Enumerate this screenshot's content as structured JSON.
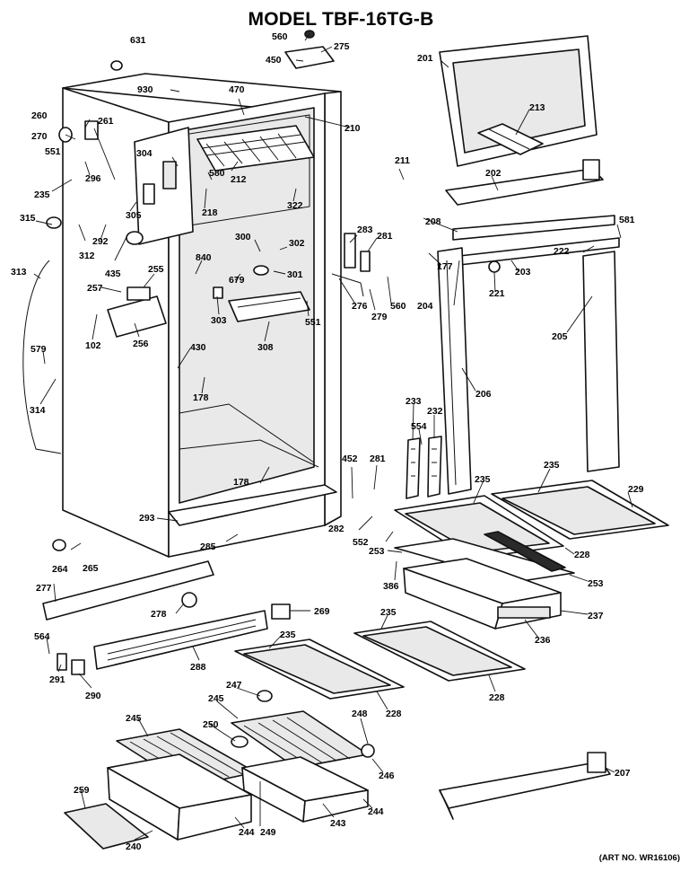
{
  "title": "MODEL TBF-16TG-B",
  "art_number": "(ART NO. WR16106)",
  "callouts": {
    "c631": "631",
    "c560a": "560",
    "c275": "275",
    "c450": "450",
    "c201": "201",
    "c930": "930",
    "c470": "470",
    "c260": "260",
    "c261": "261",
    "c210": "210",
    "c213": "213",
    "c270": "270",
    "c551a": "551",
    "c304": "304",
    "c211": "211",
    "c212": "212",
    "c580": "580",
    "c202": "202",
    "c296": "296",
    "c235a": "235",
    "c305": "305",
    "c218": "218",
    "c322": "322",
    "c208": "208",
    "c581": "581",
    "c315": "315",
    "c312": "312",
    "c292": "292",
    "c283": "283",
    "c281a": "281",
    "c300": "300",
    "c302": "302",
    "c222": "222",
    "c177": "177",
    "c203": "203",
    "c435": "435",
    "c840": "840",
    "c313": "313",
    "c255": "255",
    "c679": "679",
    "c301": "301",
    "c257": "257",
    "c303": "303",
    "c276": "276",
    "c279": "279",
    "c560b": "560",
    "c204": "204",
    "c221": "221",
    "c102": "102",
    "c256": "256",
    "c308": "308",
    "c551b": "551",
    "c205": "205",
    "c579": "579",
    "c430": "430",
    "c178a": "178",
    "c206": "206",
    "c314": "314",
    "c233": "233",
    "c554": "554",
    "c232": "232",
    "c452": "452",
    "c281b": "281",
    "c235b": "235",
    "c235c": "235",
    "c229": "229",
    "c178b": "178",
    "c293": "293",
    "c282": "282",
    "c285": "285",
    "c552": "552",
    "c253a": "253",
    "c228a": "228",
    "c253b": "253",
    "c264": "264",
    "c265": "265",
    "c386": "386",
    "c277": "277",
    "c237": "237",
    "c278": "278",
    "c269": "269",
    "c235d": "235",
    "c236": "236",
    "c235e": "235",
    "c564": "564",
    "c288": "288",
    "c228b": "228",
    "c228c": "228",
    "c291": "291",
    "c290": "290",
    "c247": "247",
    "c245a": "245",
    "c245b": "245",
    "c250": "250",
    "c248": "248",
    "c246": "246",
    "c207": "207",
    "c259": "259",
    "c244a": "244",
    "c244b": "244",
    "c249": "249",
    "c243": "243",
    "c240": "240"
  }
}
